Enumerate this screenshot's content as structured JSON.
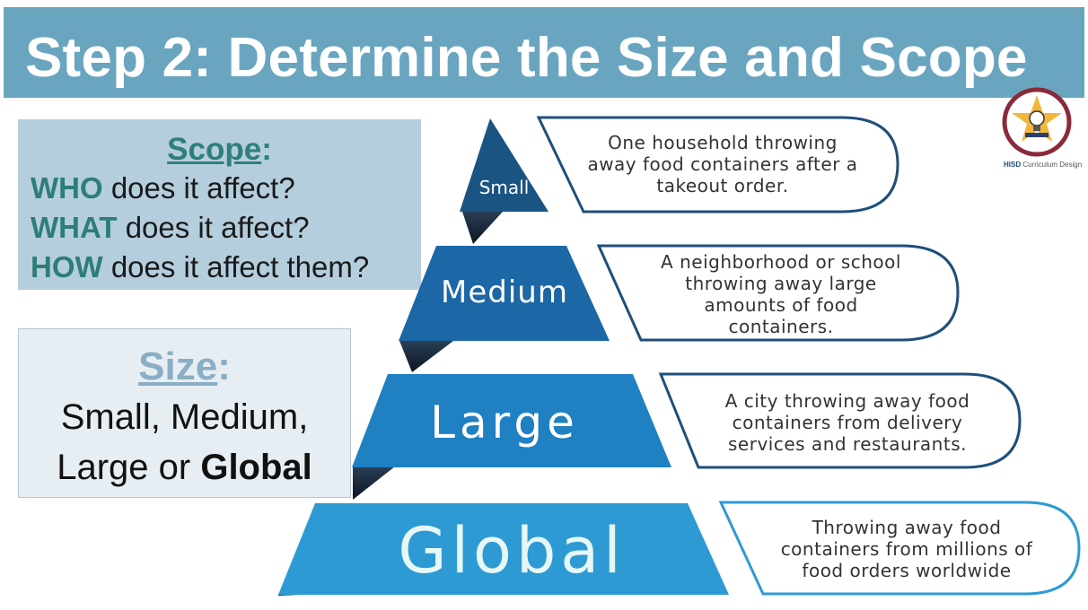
{
  "title": "Step 2: Determine the Size and Scope",
  "scope": {
    "heading_word": "Scope",
    "heading_colon": ":",
    "questions": [
      {
        "keyword": "WHO",
        "rest": " does it affect?"
      },
      {
        "keyword": "WHAT",
        "rest": " does it affect?"
      },
      {
        "keyword": "HOW",
        "rest": " does it affect them?"
      }
    ]
  },
  "size": {
    "heading_word": "Size",
    "heading_colon": ":",
    "line1": "Small, Medium,",
    "line2_prefix": "Large or ",
    "line2_bold": "Global"
  },
  "pyramid": [
    {
      "label": "Small",
      "description": [
        "One household throwing",
        "away food containers after a",
        "takeout order."
      ],
      "color": "#1a5482"
    },
    {
      "label": "Medium",
      "description": [
        "A neighborhood or school",
        "throwing away large",
        "amounts of food",
        "containers."
      ],
      "color": "#1c67a6"
    },
    {
      "label": "Large",
      "description": [
        "A city throwing away food",
        "containers from delivery",
        "services and restaurants."
      ],
      "color": "#1f80c2"
    },
    {
      "label": "Global",
      "description": [
        "Throwing away food",
        "containers from millions of",
        "food orders worldwide"
      ],
      "color": "#2e9ad3"
    }
  ],
  "colors": {
    "title_bar": "#6aa5bf",
    "scope_box": "#b4cedd",
    "size_box": "#e7eef3",
    "keyword": "#2e7d76",
    "callout_border": "#1f4f7a"
  },
  "logo": {
    "text_bold": "HISD",
    "text_rest": " Curriculum Design",
    "icon": "star-lightbulb-icon"
  }
}
